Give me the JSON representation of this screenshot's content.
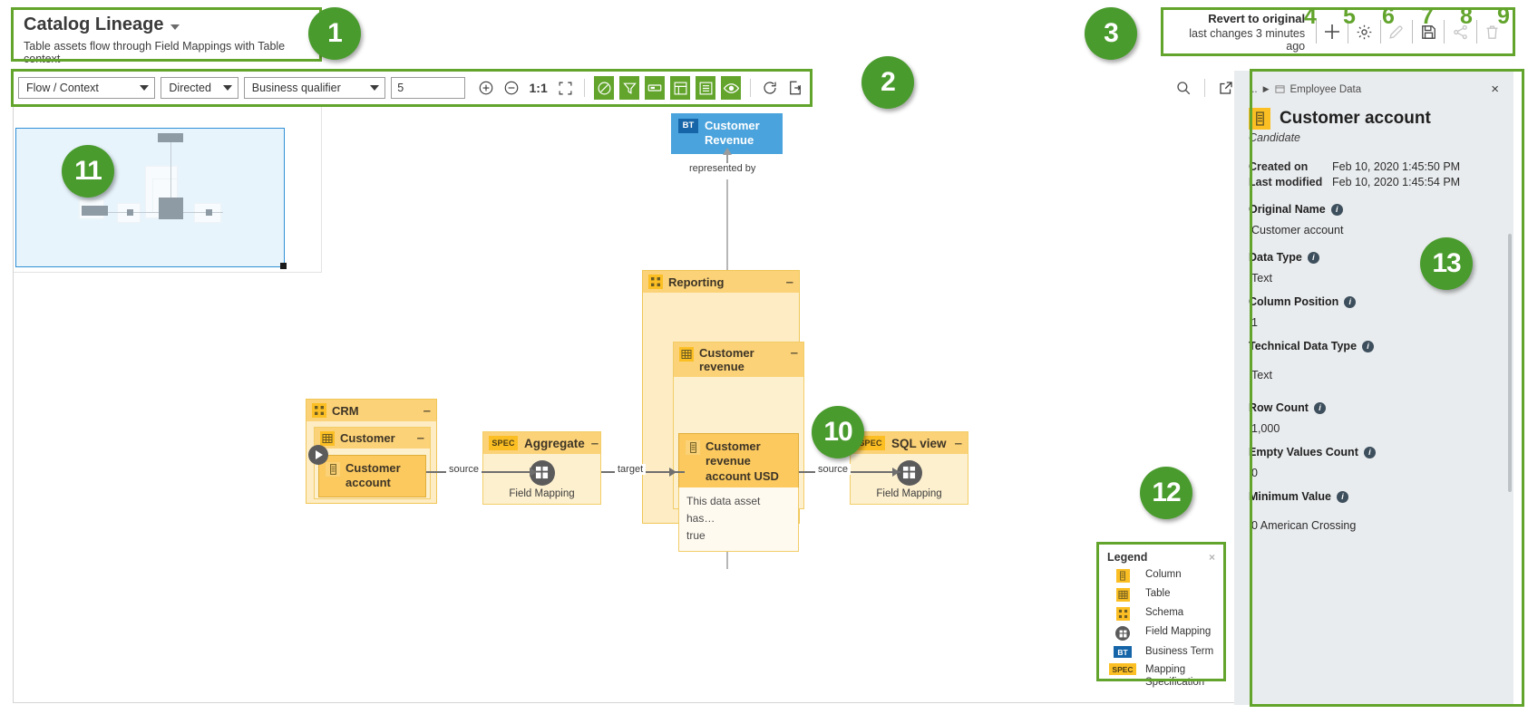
{
  "header": {
    "title": "Catalog Lineage",
    "subtitle": "Table assets flow through Field Mappings with Table context",
    "dropdown_icon": "caret-down-icon"
  },
  "actionbar": {
    "revert_label": "Revert to original",
    "revert_sub": "last changes 3 minutes ago",
    "buttons": [
      {
        "name": "add-icon",
        "glyph": "+"
      },
      {
        "name": "settings-gear-icon",
        "glyph": "gear"
      },
      {
        "name": "edit-pencil-icon",
        "glyph": "pencil"
      },
      {
        "name": "save-floppy-icon",
        "glyph": "floppy"
      },
      {
        "name": "share-icon",
        "glyph": "share"
      },
      {
        "name": "delete-trash-icon",
        "glyph": "trash"
      }
    ]
  },
  "toolbar": {
    "scope_select": "Flow / Context",
    "direction_select": "Directed",
    "qualifier_select": "Business qualifier",
    "depth_value": "5",
    "zoom_in": "zoom-in-icon",
    "zoom_out": "zoom-out-icon",
    "zoom_reset": "1:1",
    "fit_screen": "fit-screen-icon",
    "toggles": [
      {
        "name": "no-filter-icon",
        "active": true
      },
      {
        "name": "filter-funnel-icon",
        "active": true
      },
      {
        "name": "label-tag-icon",
        "active": true
      },
      {
        "name": "layout-icon",
        "active": true
      },
      {
        "name": "list-view-icon",
        "active": true
      },
      {
        "name": "visibility-eye-icon",
        "active": true
      }
    ],
    "refresh": "refresh-icon",
    "export": "export-icon",
    "search": "search-icon",
    "expand": "open-external-icon"
  },
  "graph": {
    "business_term": {
      "chip": "BT",
      "label": "Customer Revenue",
      "edge_label": "represented by"
    },
    "crm_schema": {
      "title": "CRM",
      "collapse": "–",
      "table": {
        "title": "Customer",
        "collapse": "–",
        "column": "Customer account"
      }
    },
    "aggregate_spec": {
      "chip": "SPEC",
      "title": "Aggregate",
      "collapse": "–",
      "mapping_label": "Field Mapping"
    },
    "reporting_schema": {
      "title": "Reporting",
      "collapse": "–",
      "table": {
        "title": "Customer revenue",
        "collapse": "–",
        "column": "Customer revenue account USD",
        "desc_line1": "This data asset has…",
        "desc_line2": "true"
      }
    },
    "sql_view_spec": {
      "chip": "SPEC",
      "title": "SQL view",
      "collapse": "–",
      "mapping_label": "Field Mapping"
    },
    "edges": [
      {
        "label": "source"
      },
      {
        "label": "target"
      },
      {
        "label": "source"
      }
    ]
  },
  "legend": {
    "title": "Legend",
    "close": "×",
    "items": [
      {
        "icon": "column-icon",
        "label": "Column"
      },
      {
        "icon": "table-icon",
        "label": "Table"
      },
      {
        "icon": "schema-icon",
        "label": "Schema"
      },
      {
        "icon": "field-mapping-icon",
        "label": "Field Mapping"
      },
      {
        "icon": "business-term-icon",
        "label": "Business Term"
      },
      {
        "icon": "mapping-specification-icon",
        "label": "Mapping Specification"
      }
    ]
  },
  "details": {
    "breadcrumb_ellipsis": "...",
    "breadcrumb_arrow": "▶",
    "breadcrumb_item": "Employee Data",
    "close": "×",
    "title": "Customer account",
    "subtitle": "Candidate",
    "meta": [
      {
        "key": "Created on",
        "value": "Feb 10, 2020 1:45:50 PM"
      },
      {
        "key": "Last modified",
        "value": "Feb 10, 2020 1:45:54 PM"
      }
    ],
    "fields": [
      {
        "label": "Original Name",
        "value": "Customer account"
      },
      {
        "label": "Data Type",
        "value": "Text"
      },
      {
        "label": "Column Position",
        "value": "1"
      },
      {
        "label": "Technical Data Type",
        "value": "Text"
      },
      {
        "label": "Row Count",
        "value": "1,000"
      },
      {
        "label": "Empty Values Count",
        "value": "0"
      },
      {
        "label": "Minimum Value",
        "value": "0 American Crossing"
      }
    ]
  },
  "callouts": [
    {
      "n": "1"
    },
    {
      "n": "2"
    },
    {
      "n": "3"
    },
    {
      "n": "4"
    },
    {
      "n": "5"
    },
    {
      "n": "6"
    },
    {
      "n": "7"
    },
    {
      "n": "8"
    },
    {
      "n": "9"
    },
    {
      "n": "10"
    },
    {
      "n": "11"
    },
    {
      "n": "12"
    },
    {
      "n": "13"
    }
  ],
  "colors": {
    "accent_green": "#62a42c",
    "callout_green": "#4a9b2e",
    "schema_fill": "#fdecc4",
    "table_fill": "#fdf0cf",
    "column_fill": "#fbc95e",
    "business_term": "#4aa3dc",
    "panel_bg": "#e9ecee"
  }
}
